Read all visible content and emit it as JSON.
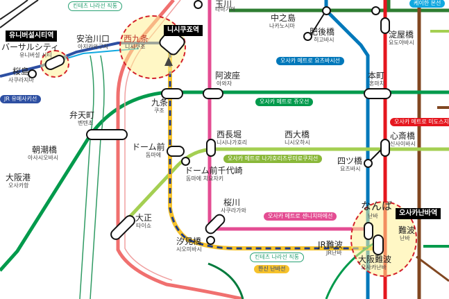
{
  "colors": {
    "midosuji": "#e5171f",
    "chuo": "#029a4c",
    "nagahori": "#a4cf52",
    "sennichimae": "#e44d93",
    "yotsubashi": "#0078ba",
    "sakaisuji": "#814721",
    "loop": "#f0706f",
    "keihan": "#10a8e0",
    "nishiosaka": "#1f3c88",
    "yumesaki": "#2d4fa2",
    "kintetsu": "#27a072",
    "hanshin": "#f6c22b",
    "jr_yellow": "#f3b523",
    "highlight": "#fff196",
    "dashed_circle": "#d3202a"
  },
  "callouts": {
    "universal_city": "유니버설시티역",
    "nishikujo": "니시쿠죠역",
    "namba": "오사카난바역"
  },
  "stations": {
    "universal": {
      "jp": "バーサルシティ",
      "ko": "유니버설 시티"
    },
    "sakurajima": {
      "jp": "桜島",
      "ko": "사쿠라지마"
    },
    "ajikawaguchi": {
      "jp": "安治川口",
      "ko": "아지카와구치"
    },
    "nishikujo": {
      "jp": "西九条",
      "ko": "니시쿠조"
    },
    "noda": {
      "jp": "玉川",
      "ko": "타마가와"
    },
    "nakanoshima": {
      "jp": "中之島",
      "ko": "나카노시마"
    },
    "higobashi": {
      "jp": "肥後橋",
      "ko": "히고바시"
    },
    "yodoyabashi": {
      "jp": "淀屋橋",
      "ko": "요도야바시"
    },
    "awaza": {
      "jp": "阿波座",
      "ko": "아와자"
    },
    "hommachi": {
      "jp": "本町",
      "ko": "혼마치"
    },
    "kujo": {
      "jp": "九条",
      "ko": "쿠조"
    },
    "bentencho": {
      "jp": "弁天町",
      "ko": "벤텐초"
    },
    "asashiobashi": {
      "jp": "朝潮橋",
      "ko": "아사시오바시"
    },
    "osakako": {
      "jp": "大阪港",
      "ko": "오사카항"
    },
    "domemae": {
      "jp": "ドーム前",
      "ko": "돔마에"
    },
    "domemae_chiyozaki": {
      "jp": "ドーム前千代崎",
      "ko": "돔마에 치요자키"
    },
    "nishinagahori": {
      "jp": "西長堀",
      "ko": "니시나가호리"
    },
    "nishiohashi": {
      "jp": "西大橋",
      "ko": "니시오하시"
    },
    "shinsaibashi": {
      "jp": "心斎橋",
      "ko": "신사이바시"
    },
    "yotsubashi": {
      "jp": "四ツ橋",
      "ko": "요츠바시"
    },
    "taisho": {
      "jp": "大正",
      "ko": "타이쇼"
    },
    "sakuragawa": {
      "jp": "桜川",
      "ko": "사쿠라가와"
    },
    "shiomibashi": {
      "jp": "汐見橋",
      "ko": "시오미바시"
    },
    "namba": {
      "jp": "なんば",
      "ko": "난바"
    },
    "jr_namba": {
      "jp": "JR難波",
      "ko": "JR난바"
    },
    "osaka_namba": {
      "jp": "大阪難波",
      "ko": "오사카난바"
    },
    "namba2": {
      "jp": "難波",
      "ko": "난바"
    }
  },
  "line_labels": {
    "keihan_nakanoshima_top": "킨테츠 나라선 직통",
    "keihan_main": "케이한 본선",
    "yotsubashi": "오사카 메트로 요츠바시선",
    "chuo": "오사카 메트로 쥬오선",
    "midosuji": "오사카 메트로 미도스지선",
    "nagahori": "오사카 메트로 나가호리츠루미료쿠치선",
    "sennichimae": "오사카 메트로 센니치마에선",
    "jr_yumesaki": "JR 유메사키선",
    "kintetsu_direct": "킨테츠 나라선 직통",
    "hanshin_namba": "한신 난바선"
  }
}
